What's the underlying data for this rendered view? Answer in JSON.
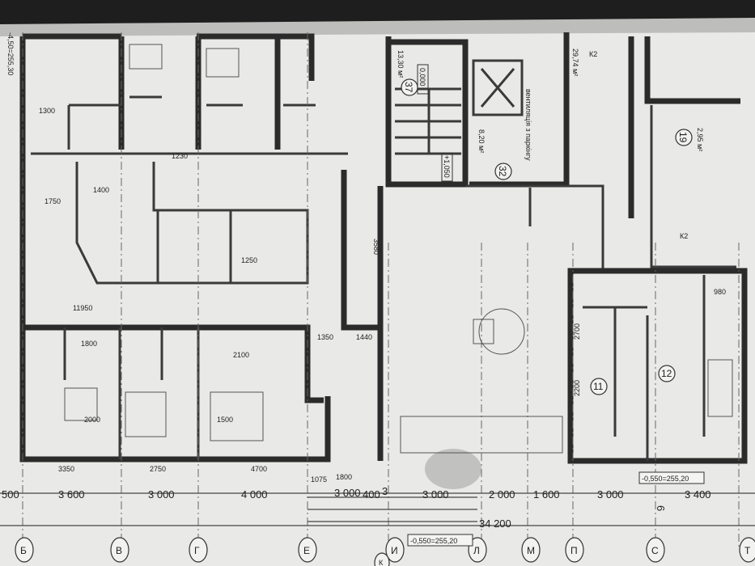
{
  "title_marks": {
    "left_level": "-4,50=255,30",
    "level_right": "-0,550=255,20",
    "level_entrance": "-0,550=255,20",
    "total_length": "34 200"
  },
  "axis_dimensions": [
    "500",
    "3 600",
    "3 000",
    "4 000",
    "3 000",
    "400",
    "3",
    "3 000",
    "2 000",
    "1 600",
    "3 000",
    "3 400"
  ],
  "axis_labels": [
    "Б",
    "В",
    "Г",
    "Е",
    "И",
    "К",
    "Л",
    "М",
    "П",
    "С",
    "Т"
  ],
  "inner_dimensions": {
    "d11950": "11950",
    "d3350": "3350",
    "d2750": "2750",
    "d4700": "4700",
    "d1800": "1800",
    "d1075": "1075",
    "d1350": "1350",
    "d1440": "1440",
    "d1750": "1750",
    "d1400": "1400",
    "d2100": "2100",
    "d1500": "1500",
    "d2000": "2000",
    "d1250": "1250",
    "d3580": "3580",
    "d2200": "2200",
    "d980": "980",
    "d1300": "1300",
    "d1230": "1230",
    "d1800b": "1800",
    "d2700": "2700"
  },
  "rooms": {
    "r37": {
      "number": "37",
      "area": "13,30 м²",
      "level_low": "0,000",
      "level_high": "+1,050"
    },
    "r32": {
      "number": "32",
      "area": "8,20 м²",
      "note": "вентиляція з паркінгу"
    },
    "r29": {
      "area": "29,74 м²",
      "tag": "К2"
    },
    "r19": {
      "number": "19",
      "area": "2,95 м²"
    },
    "r12": {
      "number": "12"
    },
    "r11": {
      "number": "11"
    },
    "k2b": {
      "tag": "К2"
    },
    "axis6": {
      "label": "6"
    }
  },
  "colors": {
    "paper": "#e9e9e7",
    "wall": "#3a3a3a"
  }
}
